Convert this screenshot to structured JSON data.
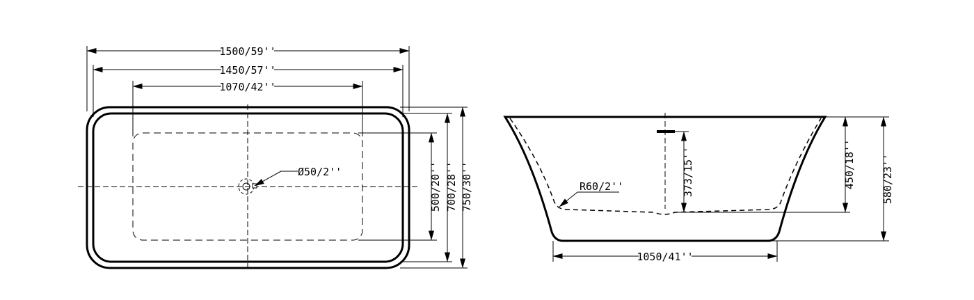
{
  "dimensions": {
    "top_view": {
      "overall_length": "1500/59''",
      "inner_length": "1450/57''",
      "basin_length": "1070/42''",
      "basin_width": "500/20''",
      "inner_width": "700/28''",
      "overall_width": "750/30''",
      "drain_diameter": "Ø50/2''"
    },
    "side_view": {
      "base_length": "1050/41''",
      "inner_radius": "R60/2''",
      "overflow_height": "373/15''",
      "water_depth": "450/18''",
      "overall_height": "580/23''"
    }
  }
}
